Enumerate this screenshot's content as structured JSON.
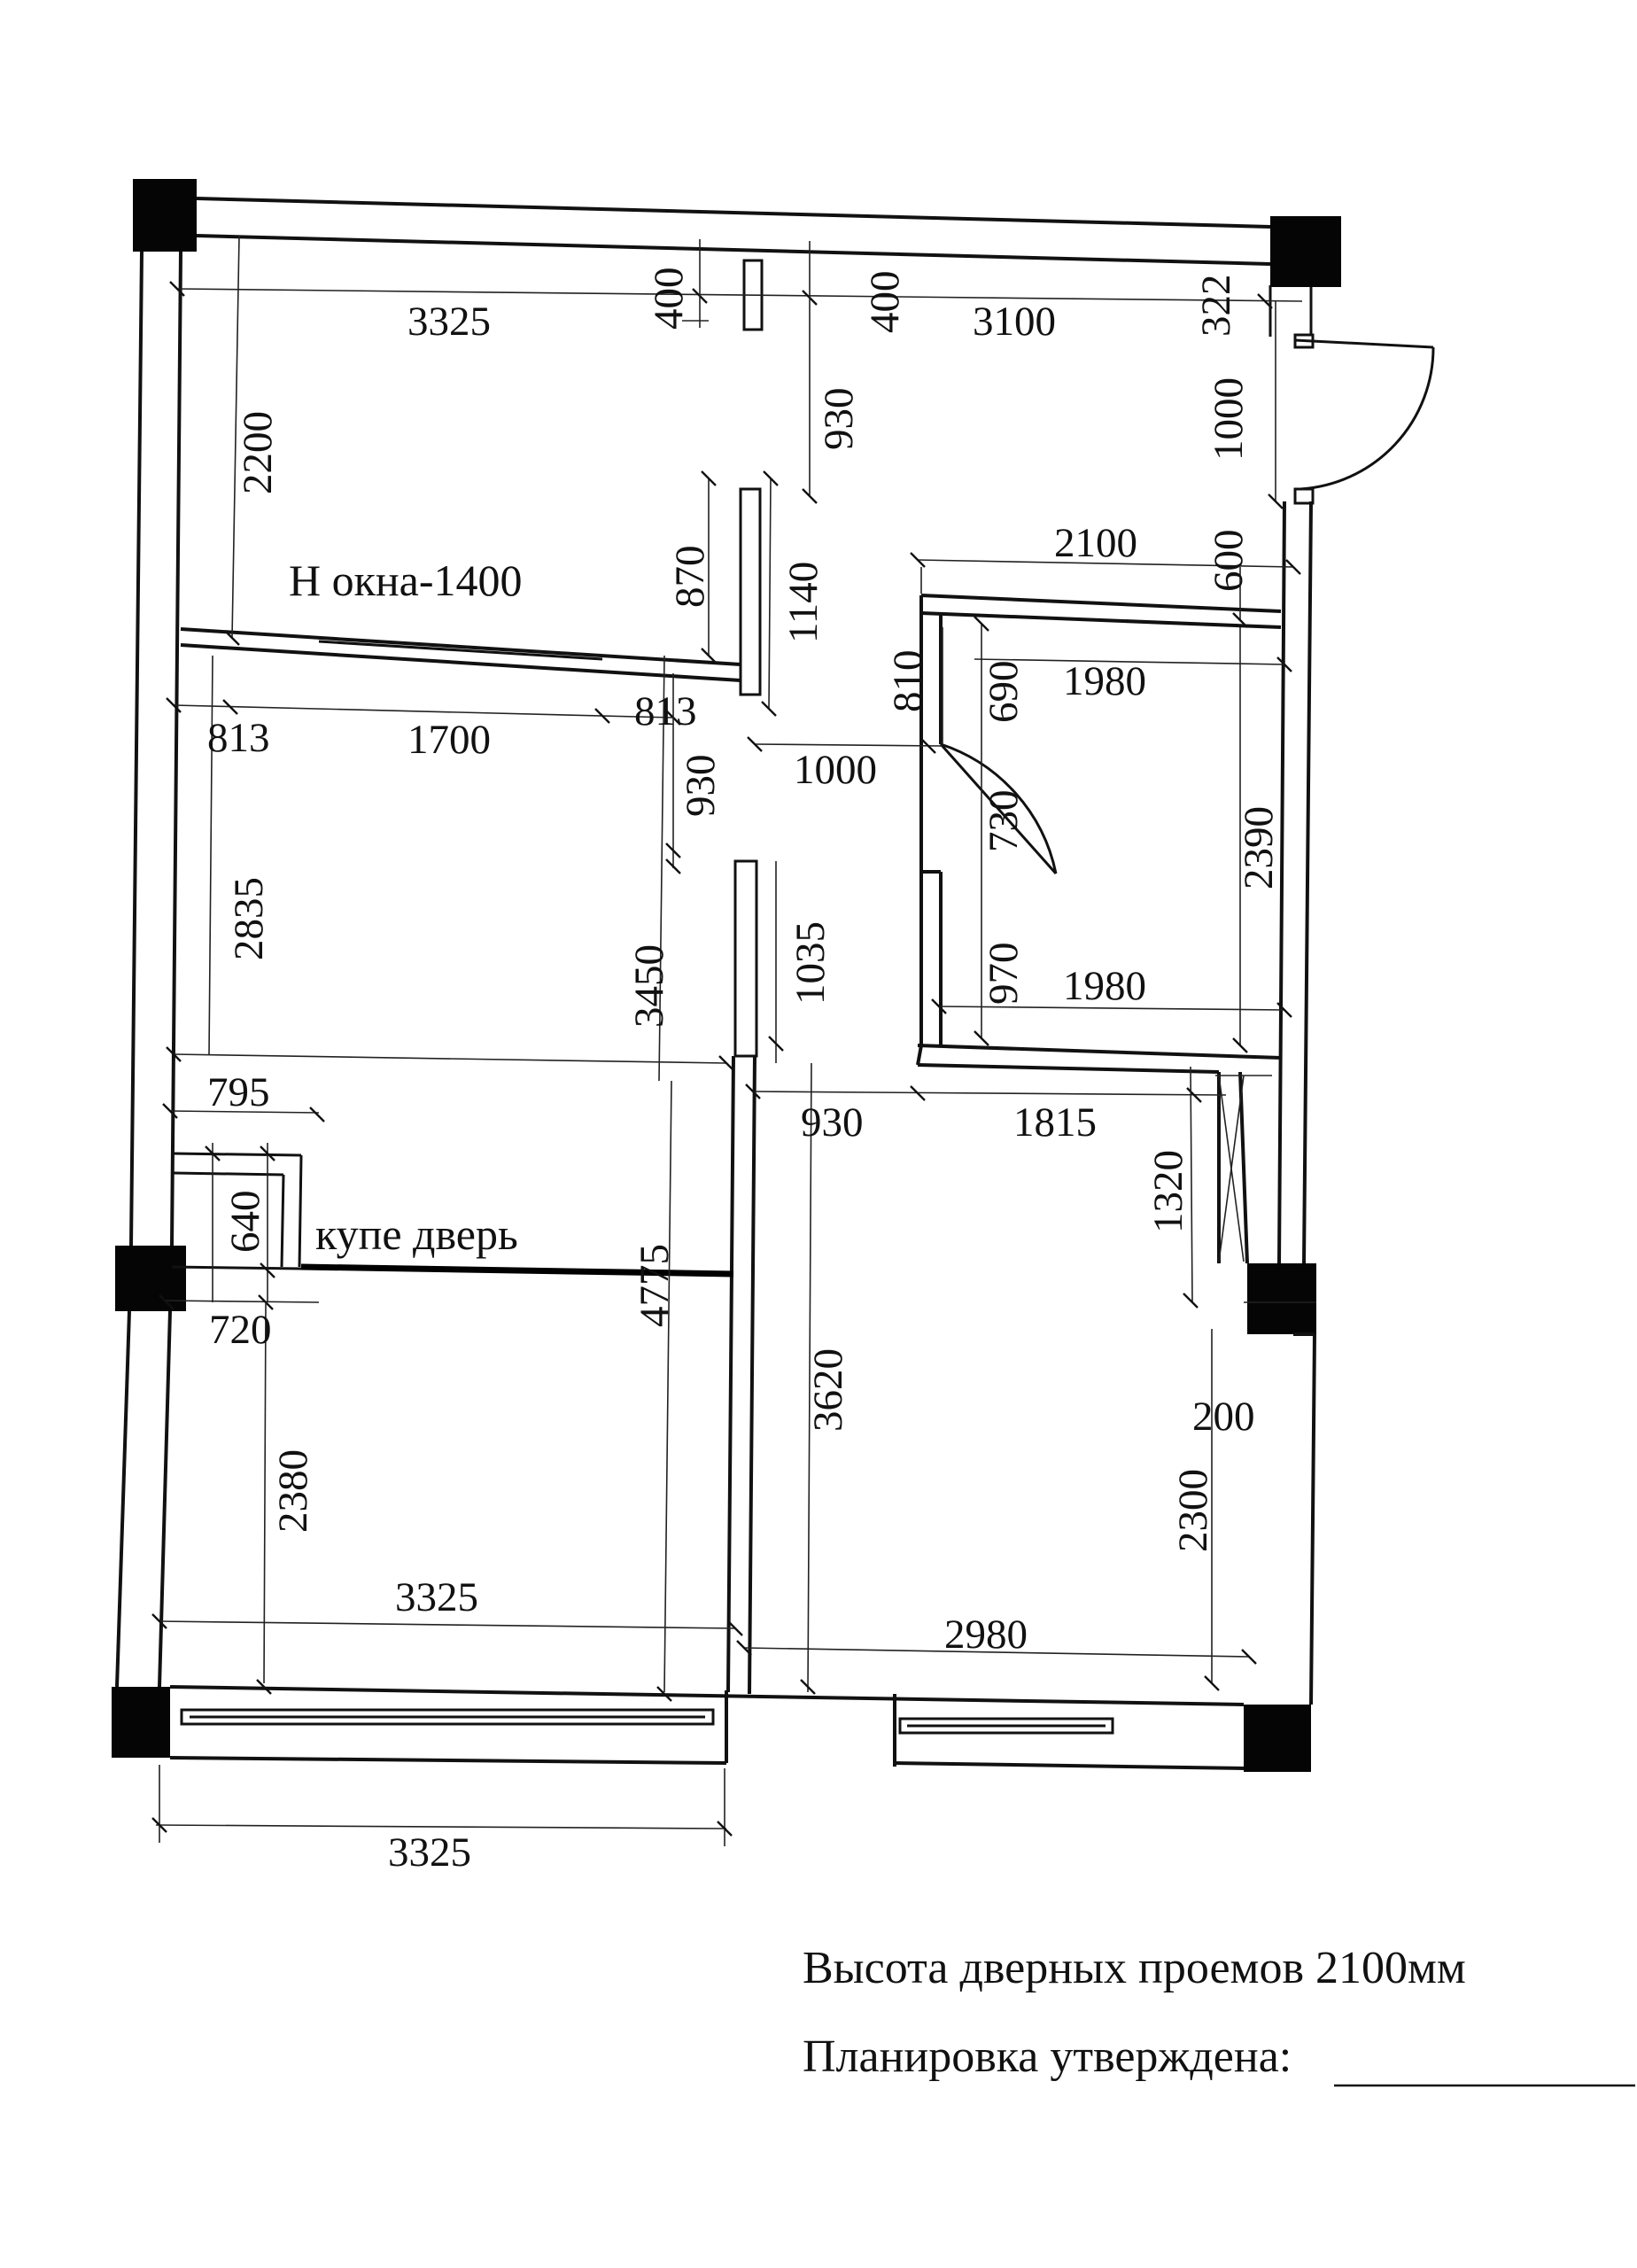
{
  "labels": {
    "window_height": "Н окна-1400",
    "sliding_door": "купе дверь"
  },
  "notes": {
    "door_height": "Высота дверных проемов 2100мм",
    "approved": "Планировка утверждена:"
  },
  "dimensions": {
    "top_left_width": "3325",
    "top_wall_a": "400",
    "top_wall_b": "400",
    "top_right_width": "3100",
    "top_right_small": "322",
    "entry_door": "1000",
    "left_top_height": "2200",
    "corridor_top": "930",
    "partition_a": "870",
    "partition_b": "1140",
    "hall_width": "2100",
    "hall_small": "600",
    "left_offset": "813",
    "window_width": "1700",
    "right_offset": "813",
    "wc_offset": "810",
    "wc_door_top": "690",
    "wc_width_top": "1980",
    "corridor_mid": "930",
    "corridor_door": "1000",
    "wc_door": "730",
    "wc_height": "2390",
    "bed_height": "2835",
    "bed_depth": "3450",
    "partition_c": "1035",
    "wc_bottom_door": "970",
    "wc_width_bottom": "1980",
    "closet_width": "795",
    "kitchen_door": "930",
    "kitchen_width_top": "1815",
    "closet_depth": "640",
    "closet_right": "1320",
    "bedroom_total": "4775",
    "closet_offset": "720",
    "kitchen_depth": "3620",
    "column_width": "200",
    "bedroom2_height": "2380",
    "kitchen_height": "2300",
    "bedroom2_width": "3325",
    "kitchen_width": "2980",
    "bottom_total": "3325"
  }
}
